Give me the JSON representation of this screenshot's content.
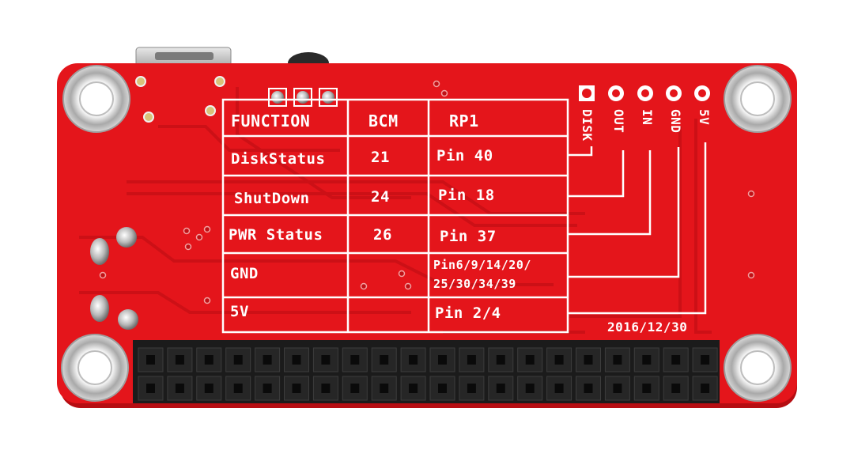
{
  "board": {
    "pcb_color": "#e4151b",
    "silk_color": "#ffffff",
    "header_color": "#1b1b1b",
    "table": {
      "headers": [
        "FUNCTION",
        "BCM",
        "RP1"
      ],
      "rows": [
        {
          "function": "DiskStatus",
          "bcm": "21",
          "rp1": "Pin 40"
        },
        {
          "function": "ShutDown",
          "bcm": "24",
          "rp1": "Pin 18"
        },
        {
          "function": "PWR Status",
          "bcm": "26",
          "rp1": "Pin 37"
        },
        {
          "function": "GND",
          "bcm": "",
          "rp1": "Pin6/9/14/20/",
          "rp1_line2": "25/30/34/39"
        },
        {
          "function": "5V",
          "bcm": "",
          "rp1": "Pin 2/4"
        }
      ]
    },
    "pin_labels": [
      "DISK",
      "OUT",
      "IN",
      "GND",
      "5V"
    ],
    "date": "2016/12/30"
  }
}
